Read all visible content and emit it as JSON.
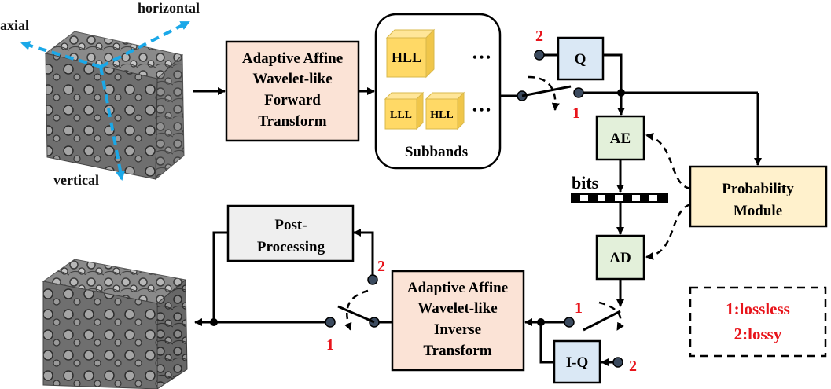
{
  "axes": {
    "horizontal": "horizontal",
    "axial": "axial",
    "vertical": "vertical"
  },
  "forward": {
    "line1": "Adaptive Affine",
    "line2": "Wavelet-like",
    "line3": "Forward",
    "line4": "Transform"
  },
  "inverse": {
    "line1": "Adaptive Affine",
    "line2": "Wavelet-like",
    "line3": "Inverse",
    "line4": "Transform"
  },
  "subbands": {
    "title": "Subbands",
    "cube_hll_top": "HLL",
    "cube_lll": "LLL",
    "cube_hll_bottom": "HLL",
    "ellipsis": "•••"
  },
  "blocks": {
    "q": "Q",
    "iq": "I-Q",
    "ae": "AE",
    "ad": "AD"
  },
  "bits": "bits",
  "probability": {
    "line1": "Probability",
    "line2": "Module"
  },
  "post": {
    "line1": "Post-",
    "line2": "Processing"
  },
  "switch_labels": {
    "one": "1",
    "two": "2"
  },
  "legend": {
    "lossless": "1:lossless",
    "lossy": "2:lossy"
  },
  "colors": {
    "transform_fill": "#fbe3d6",
    "q_fill": "#dae8f5",
    "ae_fill": "#e3f0da",
    "prob_fill": "#fff1cc",
    "post_fill": "#efefef",
    "cube_fill": "#ffd966",
    "red": "#e8141b",
    "axis_blue": "#1aa8e8"
  }
}
